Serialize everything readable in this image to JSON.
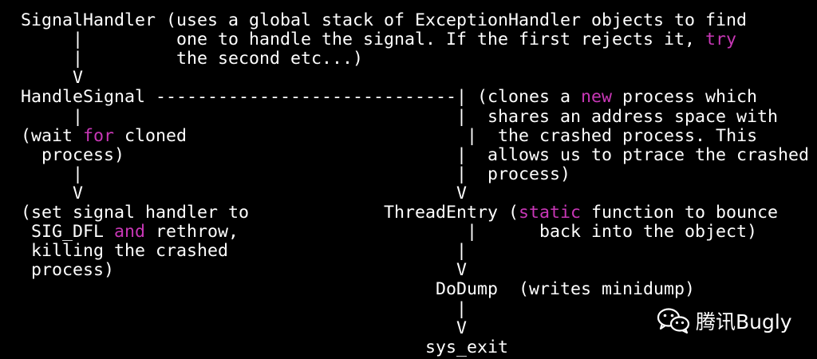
{
  "highlight_color": "#c837b6",
  "text_color": "#ffffff",
  "background_color": "#000000",
  "lines": [
    [
      {
        "t": "SignalHandler (uses a global stack of ExceptionHandler objects to find"
      }
    ],
    [
      {
        "t": "     |         one to handle the signal. If the first rejects it, "
      },
      {
        "t": "try",
        "kw": true
      }
    ],
    [
      {
        "t": "     |         the second etc...)"
      }
    ],
    [
      {
        "t": "     V"
      }
    ],
    [
      {
        "t": "HandleSignal -----------------------------| (clones a "
      },
      {
        "t": "new",
        "kw": true
      },
      {
        "t": " process which"
      }
    ],
    [
      {
        "t": "     |                                    |  shares an address space with"
      }
    ],
    [
      {
        "t": "(wait "
      },
      {
        "t": "for",
        "kw": true
      },
      {
        "t": " cloned                           |  the crashed process. This"
      }
    ],
    [
      {
        "t": "  process)                                |  allows us to ptrace the crashed"
      }
    ],
    [
      {
        "t": "     |                                    |  process)"
      }
    ],
    [
      {
        "t": "     V                                    V"
      }
    ],
    [
      {
        "t": "(set signal handler to             ThreadEntry ("
      },
      {
        "t": "static",
        "kw": true
      },
      {
        "t": " function to bounce"
      }
    ],
    [
      {
        "t": " SIG_DFL "
      },
      {
        "t": "and",
        "kw": true
      },
      {
        "t": " rethrow,                      |      back into the object)"
      }
    ],
    [
      {
        "t": " killing the crashed                      |"
      }
    ],
    [
      {
        "t": " process)                                 V"
      }
    ],
    [
      {
        "t": "                                        DoDump  (writes minidump)"
      }
    ],
    [
      {
        "t": "                                          |"
      }
    ],
    [
      {
        "t": "                                          V"
      }
    ],
    [
      {
        "t": "                                       sys_exit"
      }
    ]
  ],
  "watermark": {
    "icon": "wechat-icon",
    "text": "腾讯Bugly"
  }
}
